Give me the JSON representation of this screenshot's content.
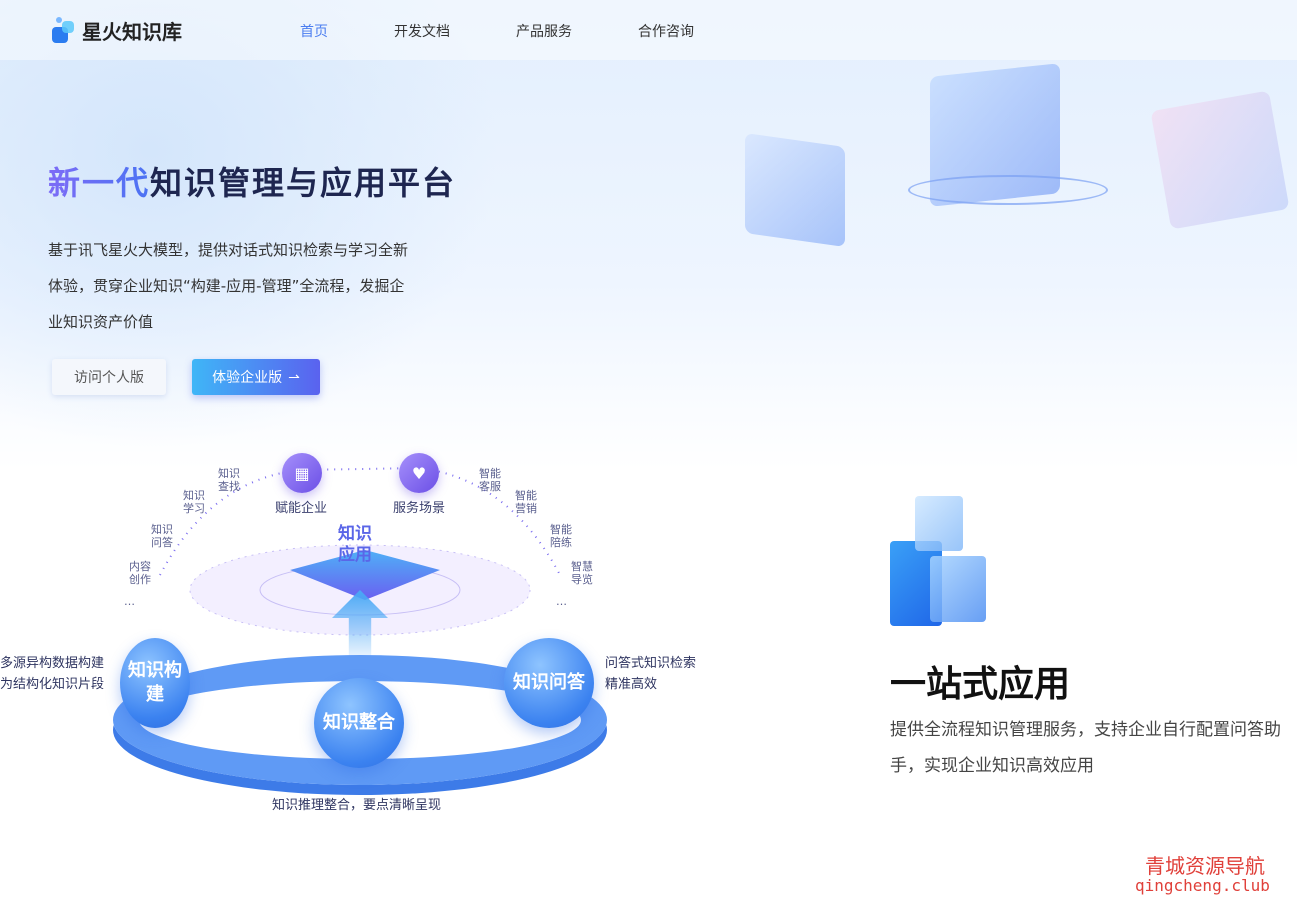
{
  "header": {
    "logo": "星火知识库",
    "nav": [
      {
        "label": "首页",
        "active": true
      },
      {
        "label": "开发文档"
      },
      {
        "label": "产品服务"
      },
      {
        "label": "合作咨询"
      }
    ]
  },
  "hero": {
    "title_accent": "新一代",
    "title_rest": "知识管理与应用平台",
    "description": "基于讯飞星火大模型，提供对话式知识检索与学习全新体验，贯穿企业知识“构建-应用-管理”全流程，发掘企业知识资产价值",
    "btn_personal": "访问个人版",
    "btn_enterprise": "体验企业版"
  },
  "diagram": {
    "top_left": "赋能企业",
    "top_right": "服务场景",
    "center": "知识应用",
    "left_items": [
      "知识查找",
      "知识学习",
      "知识问答",
      "内容创作",
      "…"
    ],
    "right_items": [
      "智能客服",
      "智能营销",
      "智能陪练",
      "智慧导览",
      "…"
    ],
    "balls": [
      "知识构建",
      "知识整合",
      "知识问答"
    ],
    "left_text": "多源异构数据构建为结构化知识片段",
    "right_text": "问答式知识检索精准高效",
    "bottom_text": "知识推理整合，要点清晰呈现"
  },
  "feature": {
    "title": "一站式应用",
    "description": "提供全流程知识管理服务，支持企业自行配置问答助手，实现企业知识高效应用"
  },
  "watermark": {
    "line1": "青城资源导航",
    "line2": "qingcheng.club"
  },
  "colors": {
    "accent": "#4c7ef0",
    "brand_gradient": [
      "#3fb6f7",
      "#5a62ef"
    ]
  }
}
